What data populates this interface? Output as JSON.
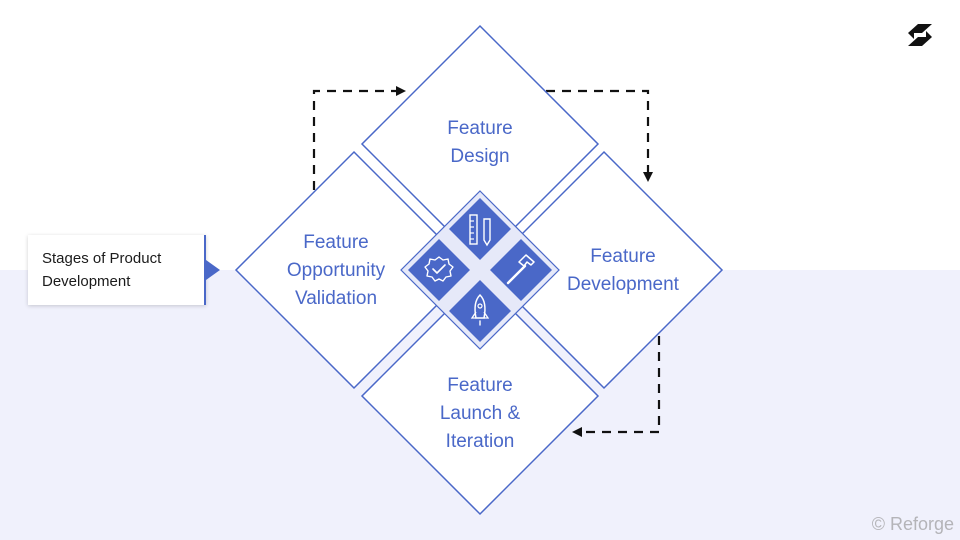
{
  "title": {
    "line1": "Stages of Product",
    "line2": "Development"
  },
  "stages": {
    "design": {
      "line1": "Feature",
      "line2": "Design"
    },
    "development": {
      "line1": "Feature",
      "line2": "Development"
    },
    "launch": {
      "line1": "Feature",
      "line2": "Launch &",
      "line3": "Iteration"
    },
    "validation": {
      "line1": "Feature",
      "line2": "Opportunity",
      "line3": "Validation"
    }
  },
  "center_icons": [
    "ruler-pencil-icon",
    "hammer-icon",
    "rocket-icon",
    "badge-check-icon"
  ],
  "colors": {
    "accent": "#4a68c8",
    "band": "#f0f1fc",
    "arrow": "#111111"
  },
  "copyright": "© Reforge",
  "logo": "reforge-logo"
}
